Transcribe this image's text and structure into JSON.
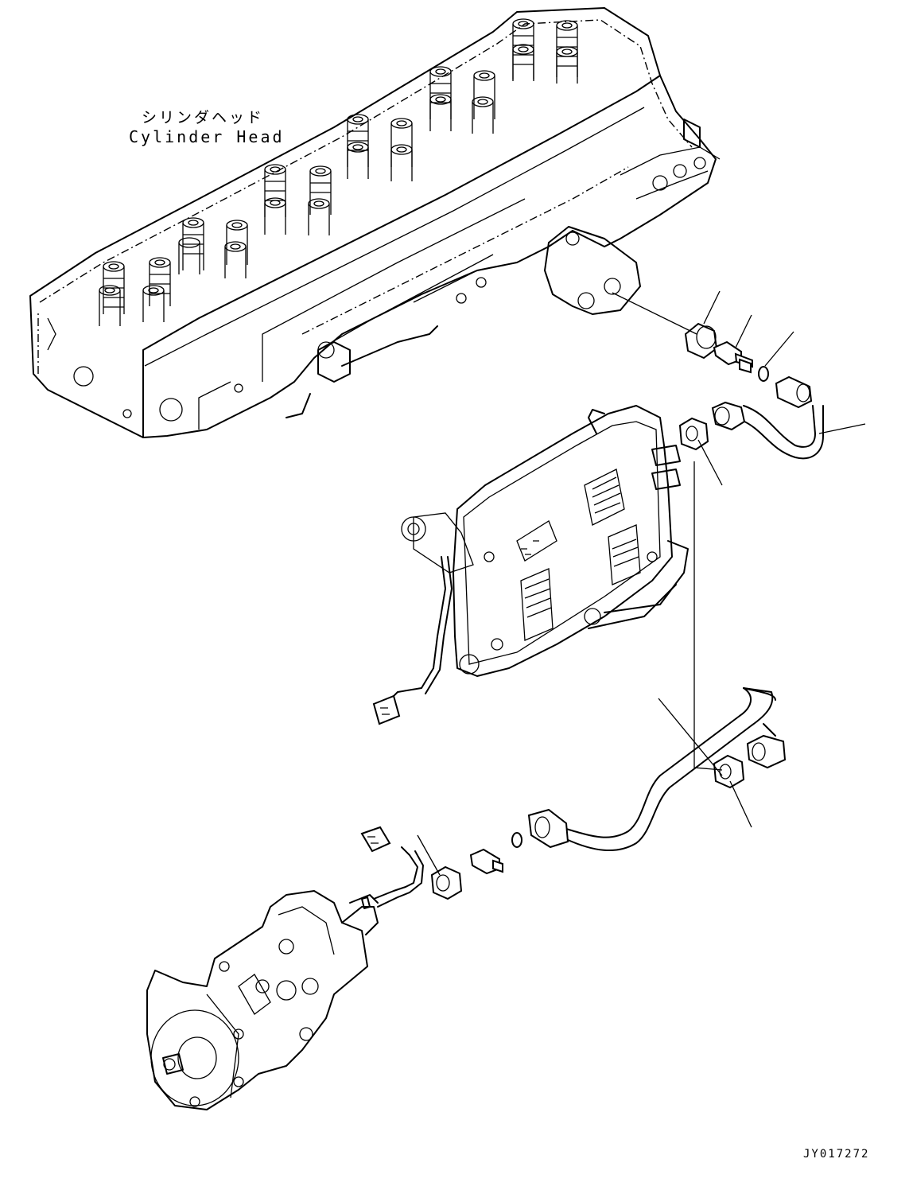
{
  "labels": {
    "component_jp": "シリンダヘッド",
    "component_en": "Cylinder Head",
    "drawing_code": "JY017272"
  }
}
